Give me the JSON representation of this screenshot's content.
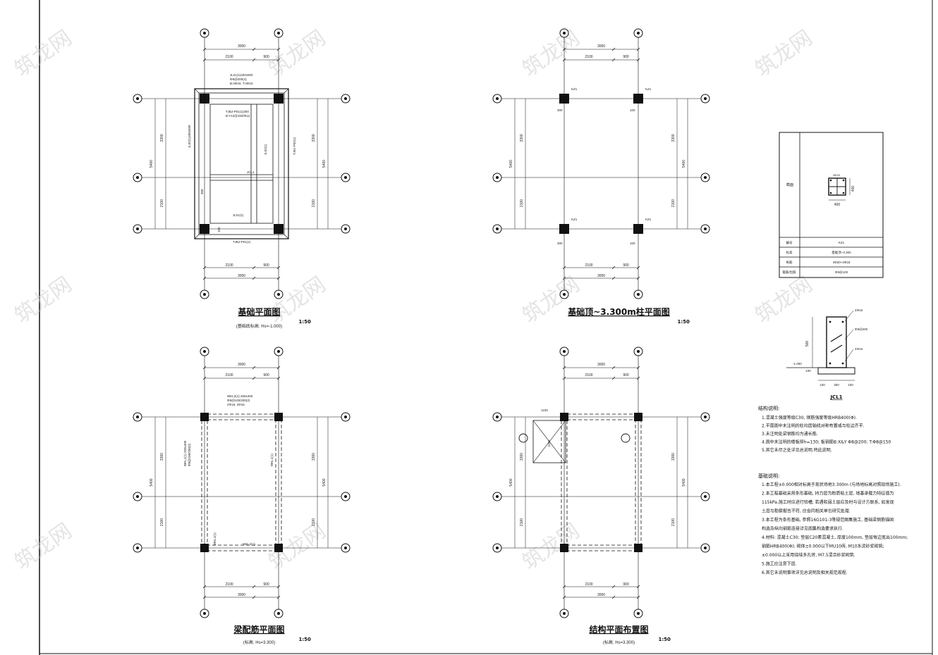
{
  "watermark": "筑龙网",
  "plans": [
    {
      "title": "基础平面图",
      "scale": "1:50",
      "subtitle": "(基础底标高: Hs=-1.000)",
      "dims": {
        "top1": "2100",
        "top2": "900",
        "top_total": "3000",
        "left1": "3300",
        "left2": "2100",
        "left_total": "5400"
      },
      "labels": [
        "JL01(1)400x500",
        "Φ8@200(4)",
        "B:4Φ16; T:4Φ16",
        "JL02(1)400x500",
        "TJBJ-P01(1)300",
        "B:Y12@150/Φ12",
        "JL02(1)",
        "TJBJ-P02(1)",
        "JCL1",
        "JL01(1)",
        "TJBJ-P01(1)",
        "300",
        "100"
      ]
    },
    {
      "title": "基础顶~3.300m柱平面图",
      "scale": "1:50",
      "subtitle": "",
      "dims": {
        "top1": "2100",
        "top2": "900",
        "top_total": "3000",
        "left1": "3300",
        "left2": "2100",
        "left_total": "5400"
      },
      "labels": [
        "KZ1",
        "KZ1",
        "KZ1",
        "KZ1",
        "300",
        "100",
        "300",
        "100"
      ]
    },
    {
      "title": "梁配筋平面图",
      "scale": "1:50",
      "subtitle": "(标高: Hs=3.300)",
      "dims": {
        "top1": "2100",
        "top2": "900",
        "top_total": "3000",
        "left1": "3300",
        "left2": "2100",
        "left_total": "5400"
      },
      "labels": [
        "WKL2(1) 250x400",
        "Φ8@100/200(2)",
        "2Φ16; 2Φ16",
        "WKL1(1) 250x400",
        "Φ8@100/200(2)",
        "WKL1(1)",
        "WKL2(1)",
        "WKL1(1)"
      ]
    },
    {
      "title": "结构平面布置图",
      "scale": "1:50",
      "subtitle": "(标高: Hs=3.300)",
      "dims": {
        "top1": "2100",
        "top2": "900",
        "top_total": "3000",
        "left1": "3300",
        "left2": "2100",
        "left_total": "5400"
      },
      "labels": [
        "1100",
        "1100"
      ]
    }
  ],
  "column_table": {
    "section_label": "截面",
    "rows": [
      {
        "key": "编号",
        "value": "KZ1"
      },
      {
        "key": "标高",
        "value": "基础顶~3.300"
      },
      {
        "key": "纵筋",
        "value": "4Φ20+4Φ18"
      },
      {
        "key": "箍筋/拉筋",
        "value": "Φ8@100"
      }
    ],
    "section_dims": [
      "400",
      "400"
    ],
    "section_note": "4Φ20"
  },
  "detail": {
    "name": "JCL1",
    "dims": [
      "500",
      "100",
      "300",
      "100"
    ],
    "elev": "-1.000",
    "rebars": [
      "4Φ16",
      "Φ8@200",
      "4Φ16"
    ]
  },
  "notes": {
    "structure_title": "结构说明:",
    "structure": [
      "1.混凝土强度等级C30, 钢筋强度等级HRB400(Φ).",
      "2.平面图中未注明的柱均居轴线对称布置或与柱边齐平.",
      "3.未注明处梁钢筋均为通长筋.",
      "4.图中未注明的楼板厚h=130; 板钢筋B:X&Y Φ8@200; T:Φ8@150",
      "5.其它未尽之处详见总说明.特此说明."
    ],
    "foundation_title": "基础说明:",
    "foundation": [
      "1.本工程±0.000相对标高于现状场地3.300m (与场地标高对照现场施工).",
      "2.本工程基础采用条形基础, 持力层为粉质粘土层, 地基承载力特征值为",
      "  115kPa.施工时应进行验槽, 若遇软弱土层应及时与设计方联系, 如发现",
      "  土层与勘察报告不符, 应会同相关单位研究处理.",
      "3.本工程为条形基础, 参照16G101-3等规范图集施工, 基础梁钢筋锚固",
      "  构造及纵向钢筋连接详见图集构造要求执行.",
      "4.材料: 混凝土C30; 垫层C20素混凝土, 厚度100mm, 垫层每边宽出100mm;",
      "  钢筋HRB400(Φ); 砌体±0.000以下MU10砖, M10水泥砂浆砌筑;",
      "  ±0.000以上采用烧结多孔砖, M7.5混合砂浆砌筑.",
      "5.施工应注意下层.",
      "6.其它未说明事项详见总说明及相关规范规程."
    ]
  }
}
